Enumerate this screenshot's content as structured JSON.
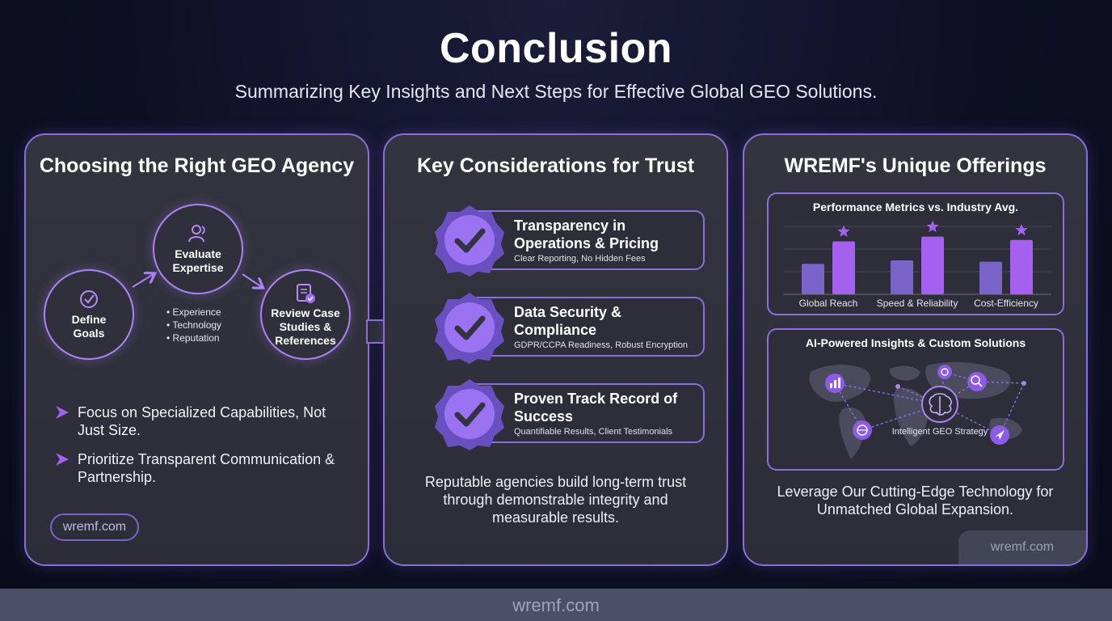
{
  "header": {
    "title": "Conclusion",
    "subtitle": "Summarizing Key Insights and Next Steps for Effective Global GEO Solutions."
  },
  "panel1": {
    "title": "Choosing the Right GEO Agency",
    "steps": [
      {
        "label": "Define Goals",
        "icon": "check-circle-icon"
      },
      {
        "label": "Evaluate Expertise",
        "icon": "users-icon"
      },
      {
        "label": "Review Case Studies & References",
        "icon": "document-check-icon"
      }
    ],
    "expertise_points": [
      "Experience",
      "Technology",
      "Reputation"
    ],
    "focus": [
      "Focus on Specialized Capabilities, Not Just Size.",
      "Prioritize Transparent Communication & Partnership."
    ],
    "link": "wremf.com"
  },
  "panel2": {
    "title": "Key Considerations for Trust",
    "items": [
      {
        "title": "Transparency in Operations & Pricing",
        "detail": "Clear Reporting, No Hidden Fees"
      },
      {
        "title": "Data Security & Compliance",
        "detail": "GDPR/CCPA Readiness, Robust Encryption"
      },
      {
        "title": "Proven Track Record of Success",
        "detail": "Quantifiable Results, Client Testimonials"
      }
    ],
    "summary": "Reputable agencies build long-term trust through demonstrable integrity and measurable results."
  },
  "panel3": {
    "title": "WREMF's Unique Offerings",
    "metrics_title": "Performance Metrics vs. Industry Avg.",
    "ai_title": "AI-Powered Insights & Custom Solutions",
    "ai_center": "Intelligent GEO Strategy",
    "tagline": "Leverage Our Cutting-Edge Technology for Unmatched Global Expansion.",
    "corner_link": "wremf.com"
  },
  "chart_data": {
    "type": "bar",
    "title": "Performance Metrics vs. Industry Avg.",
    "categories": [
      "Global Reach",
      "Speed & Reliability",
      "Cost-Efficiency"
    ],
    "series": [
      {
        "values": [
          0.45,
          0.5,
          0.48
        ]
      },
      {
        "values": [
          0.78,
          0.85,
          0.8
        ]
      }
    ],
    "ylim": [
      0,
      1
    ],
    "grid": true,
    "highlight_marker": "star-icon",
    "colors": [
      "#7b64c9",
      "#a461f0"
    ]
  },
  "footer": {
    "text": "wremf.com"
  }
}
